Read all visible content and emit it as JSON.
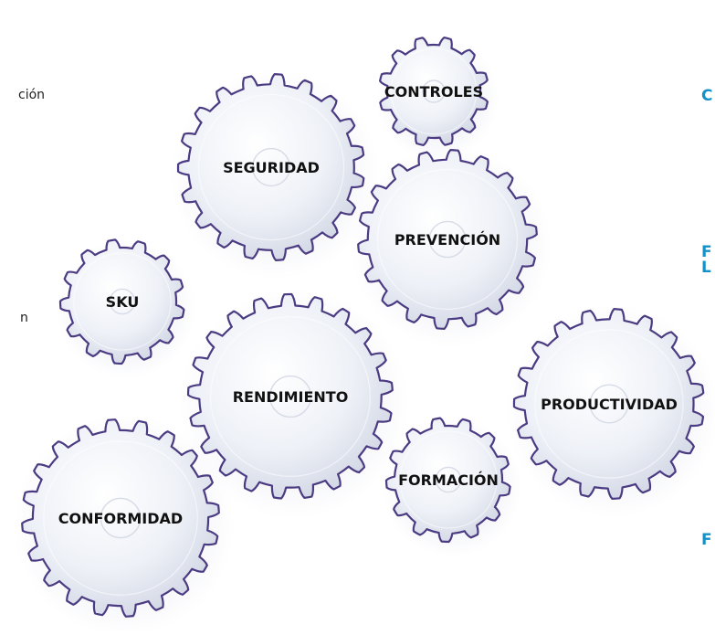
{
  "left_text": {
    "line1": "ción",
    "line2": "n"
  },
  "right_text": {
    "line1": "C",
    "line2": "F",
    "line3": "L",
    "line4": "F"
  },
  "gears": [
    {
      "name": "gear-controles",
      "label": "CONTROLES"
    },
    {
      "name": "gear-seguridad",
      "label": "SEGURIDAD"
    },
    {
      "name": "gear-prevencion",
      "label": "PREVENCIÓN"
    },
    {
      "name": "gear-sku",
      "label": "SKU"
    },
    {
      "name": "gear-rendimiento",
      "label": "RENDIMIENTO"
    },
    {
      "name": "gear-productividad",
      "label": "PRODUCTIVIDAD"
    },
    {
      "name": "gear-formacion",
      "label": "FORMACIÓN"
    },
    {
      "name": "gear-conformidad",
      "label": "CONFORMIDAD"
    }
  ],
  "colors": {
    "gear_fill_light": "#f2f4f9",
    "gear_fill_dark": "#cfd5e3",
    "gear_stroke": "#4b3b82",
    "side_text_accent": "#1690c8"
  }
}
